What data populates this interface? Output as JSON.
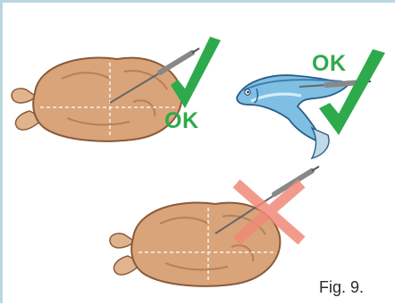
{
  "figure": {
    "caption": "Fig. 9.",
    "ok_label_1": "OK",
    "ok_label_2": "OK"
  },
  "colors": {
    "frame": "#b9d8de",
    "check": "#2eaa4c",
    "cross": "#f08a78",
    "chicken": "#d9a47a",
    "fish": "#7fbfe3"
  },
  "icons": [
    "chicken-icon",
    "fish-icon",
    "thermometer-probe-icon",
    "checkmark-icon",
    "cross-icon"
  ]
}
